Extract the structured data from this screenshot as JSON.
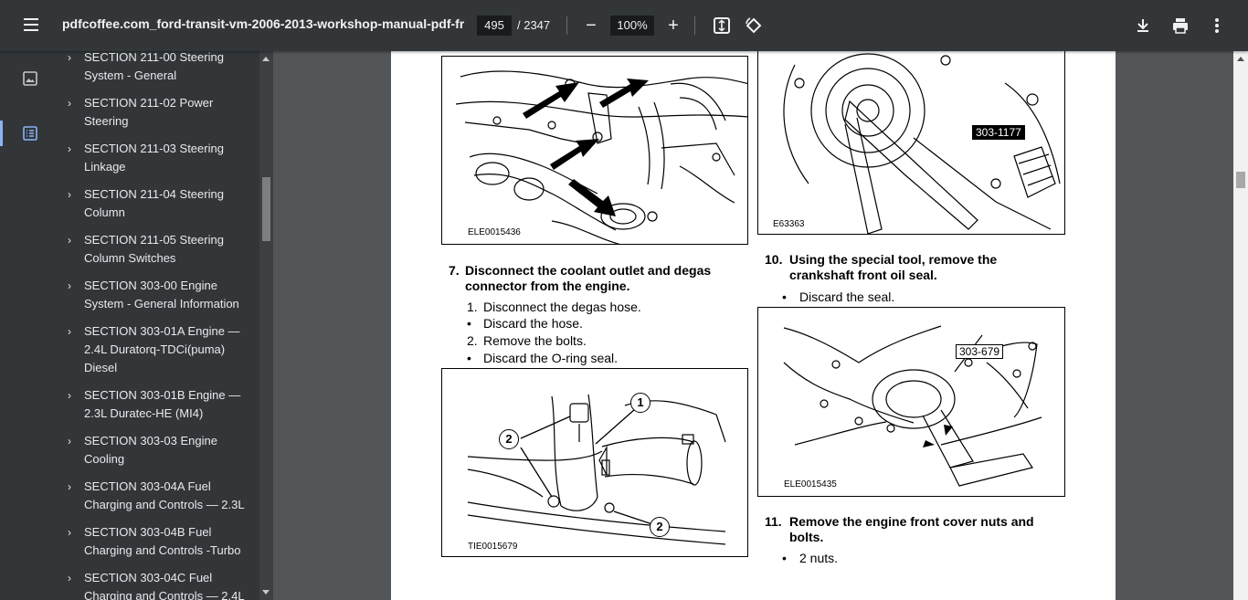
{
  "toolbar": {
    "title": "pdfcoffee.com_ford-transit-vm-2006-2013-workshop-manual-pdf-fr...",
    "page_current": "495",
    "page_total": "/ 2347",
    "zoom": "100%",
    "zoom_out_glyph": "−",
    "zoom_in_glyph": "+",
    "icons": [
      "menu-icon",
      "zoom-out-icon",
      "zoom-in-icon",
      "fit-page-icon",
      "rotate-icon",
      "download-icon",
      "print-icon",
      "more-icon"
    ]
  },
  "rail": {
    "items": [
      {
        "name": "thumbnails-icon",
        "active": false
      },
      {
        "name": "outline-icon",
        "active": true
      }
    ]
  },
  "outline": {
    "items": [
      {
        "label": "SECTION 211-00 Steering System - General"
      },
      {
        "label": "SECTION 211-02 Power Steering"
      },
      {
        "label": "SECTION 211-03 Steering Linkage"
      },
      {
        "label": "SECTION 211-04 Steering Column"
      },
      {
        "label": "SECTION 211-05 Steering Column Switches"
      },
      {
        "label": "SECTION 303-00 Engine System - General Information"
      },
      {
        "label": "SECTION 303-01A Engine — 2.4L Duratorq-TDCi(puma) Diesel"
      },
      {
        "label": "SECTION 303-01B Engine — 2.3L Duratec-HE (MI4)"
      },
      {
        "label": "SECTION 303-03 Engine Cooling"
      },
      {
        "label": "SECTION 303-04A Fuel Charging and Controls — 2.3L"
      },
      {
        "label": "SECTION 303-04B Fuel Charging and Controls -Turbo"
      },
      {
        "label": "SECTION 303-04C Fuel Charging and Controls — 2.4L"
      }
    ]
  },
  "document": {
    "fig_a_code": "ELE0015436",
    "fig_b_code": "E63363",
    "fig_b_tag": "303-1177",
    "step7": {
      "num": "7.",
      "title": "Disconnect the coolant outlet and degas connector from the engine.",
      "lines": [
        {
          "marker": "1.",
          "text": "Disconnect the degas hose."
        },
        {
          "marker": "•",
          "text": "Discard the hose."
        },
        {
          "marker": "2.",
          "text": "Remove the bolts."
        },
        {
          "marker": "•",
          "text": "Discard the O-ring seal."
        }
      ]
    },
    "step10": {
      "num": "10.",
      "title": "Using the special tool, remove the crankshaft front oil seal.",
      "lines": [
        {
          "marker": "•",
          "text": "Discard the seal."
        }
      ]
    },
    "fig_c_code": "TIE0015679",
    "fig_c_callouts": [
      "1",
      "2",
      "2"
    ],
    "fig_d_code": "ELE0015435",
    "fig_d_tag": "303-679",
    "step11": {
      "num": "11.",
      "title": "Remove the engine front cover nuts and bolts.",
      "lines": [
        {
          "marker": "•",
          "text": "2 nuts."
        }
      ]
    }
  }
}
